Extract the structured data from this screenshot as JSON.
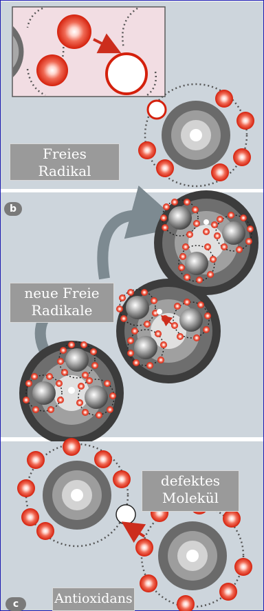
{
  "panels": {
    "a": {
      "label": "Freies\nRadikal"
    },
    "b": {
      "letter": "b",
      "label": "neue Freie\nRadikale"
    },
    "c": {
      "letter": "c",
      "label_top": "defektes\nMolekül",
      "label_bottom": "Antioxidans"
    }
  },
  "colors": {
    "panel_bg": "#cdd5dc",
    "inset_bg": "#f2dde3",
    "radical_red": "#e2301c",
    "electron_white": "#ffffff",
    "nucleus_dark": "#5d5d5d",
    "arrow": "#cc2d1d",
    "curved_arrow": "#7d8a91",
    "frame_blue": "#1a1ab0"
  }
}
